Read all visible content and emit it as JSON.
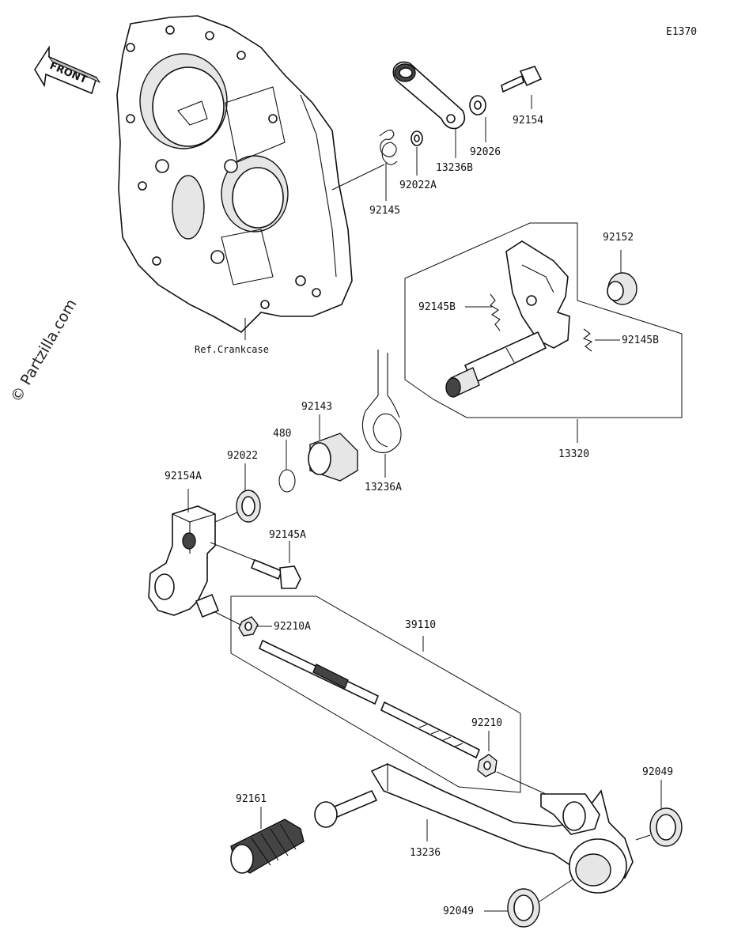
{
  "diagram": {
    "code": "E1370",
    "orientation_label": "FRONT",
    "watermark": "© Partzilla.com",
    "reference_label": "Ref.Crankcase"
  },
  "parts": [
    {
      "id": "p92154",
      "number": "92154"
    },
    {
      "id": "p92026",
      "number": "92026"
    },
    {
      "id": "p13236B",
      "number": "13236B"
    },
    {
      "id": "p92022A",
      "number": "92022A"
    },
    {
      "id": "p92145",
      "number": "92145"
    },
    {
      "id": "p92152",
      "number": "92152"
    },
    {
      "id": "p92145B_a",
      "number": "92145B"
    },
    {
      "id": "p92145B_b",
      "number": "92145B"
    },
    {
      "id": "p92143",
      "number": "92143"
    },
    {
      "id": "p480",
      "number": "480"
    },
    {
      "id": "p92022",
      "number": "92022"
    },
    {
      "id": "p13236A",
      "number": "13236A"
    },
    {
      "id": "p92154A",
      "number": "92154A"
    },
    {
      "id": "p92145A",
      "number": "92145A"
    },
    {
      "id": "p13320",
      "number": "13320"
    },
    {
      "id": "p39110",
      "number": "39110"
    },
    {
      "id": "p92210A",
      "number": "92210A"
    },
    {
      "id": "p92210",
      "number": "92210"
    },
    {
      "id": "p92049_a",
      "number": "92049"
    },
    {
      "id": "p92161",
      "number": "92161"
    },
    {
      "id": "p13236",
      "number": "13236"
    },
    {
      "id": "p92049_b",
      "number": "92049"
    }
  ]
}
